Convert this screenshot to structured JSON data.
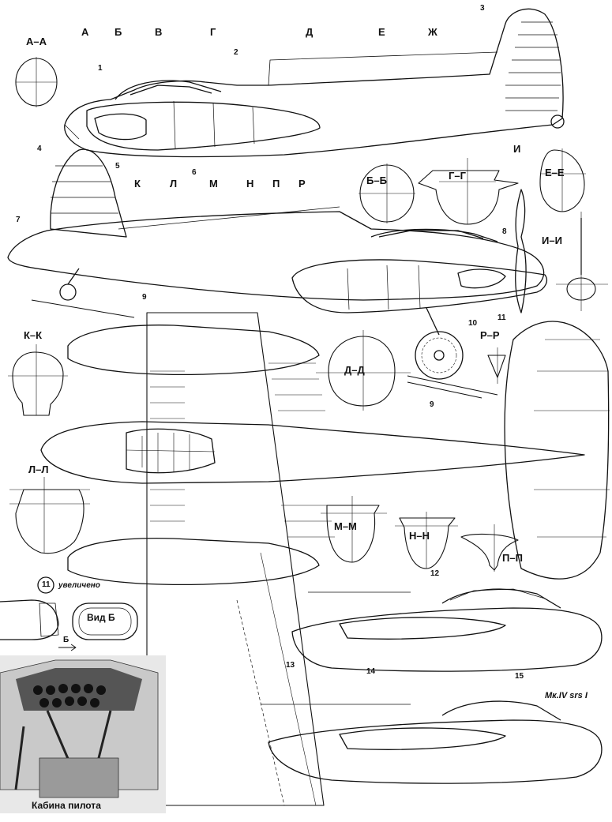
{
  "section_title_labels": [
    "А–А",
    "Б–Б",
    "Г–Г",
    "Е–Е",
    "И–И",
    "К–К",
    "Д–Д",
    "Л–Л",
    "М–М",
    "Н–Н",
    "П–П",
    "Р–Р"
  ],
  "station_letters_top": [
    "А",
    "Б",
    "В",
    "Г",
    "Д",
    "Е",
    "Ж"
  ],
  "station_letters_mid": [
    "К",
    "Л",
    "М",
    "Н",
    "П",
    "Р"
  ],
  "station_letter_i": "И",
  "callouts": [
    "1",
    "2",
    "3",
    "4",
    "5",
    "6",
    "7",
    "8",
    "9",
    "10",
    "11",
    "12",
    "13",
    "14",
    "15",
    "9"
  ],
  "detail_number": "11",
  "detail_caption": "увеличено",
  "view_label": "Вид Б",
  "view_arrow_letter": "Б",
  "variant_label": "Мк.IV srs I",
  "cockpit_caption": "Кабина пилота"
}
